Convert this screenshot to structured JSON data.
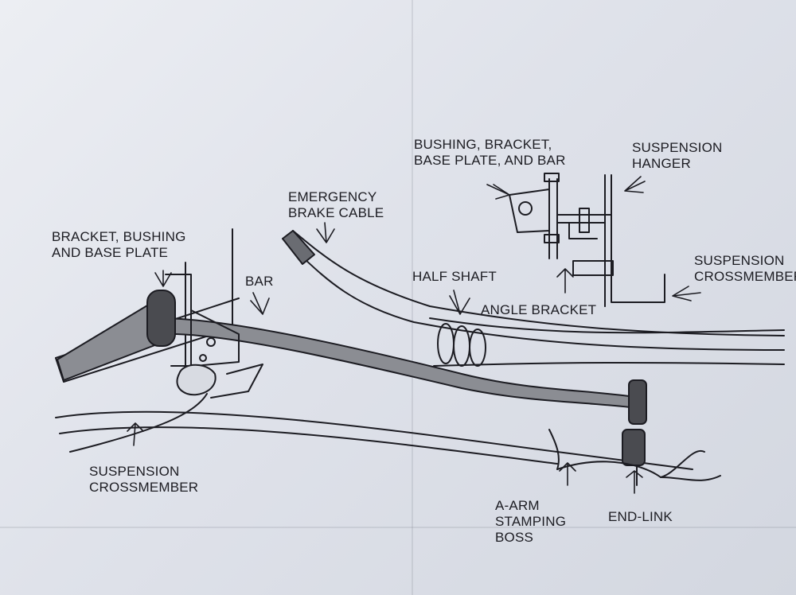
{
  "labels": {
    "bracket_bushing": [
      "BRACKET, BUSHING",
      "AND BASE PLATE"
    ],
    "bar": "BAR",
    "emergency_brake": [
      "EMERGENCY",
      "BRAKE CABLE"
    ],
    "half_shaft": "HALF SHAFT",
    "bushing_bracket_inset": [
      "BUSHING, BRACKET,",
      "BASE PLATE, AND BAR"
    ],
    "suspension_hanger": [
      "SUSPENSION",
      "HANGER"
    ],
    "suspension_crossmember_right": [
      "SUSPENSION",
      "CROSSMEMBER"
    ],
    "angle_bracket": "ANGLE BRACKET",
    "suspension_crossmember_left": [
      "SUSPENSION",
      "CROSSMEMBER"
    ],
    "a_arm": [
      "A-ARM",
      "STAMPING",
      "BOSS"
    ],
    "end_link": "END-LINK"
  },
  "colors": {
    "paper": "#e4e7ee",
    "ink": "#1c1c22",
    "bar_fill": "#8b8d93"
  }
}
